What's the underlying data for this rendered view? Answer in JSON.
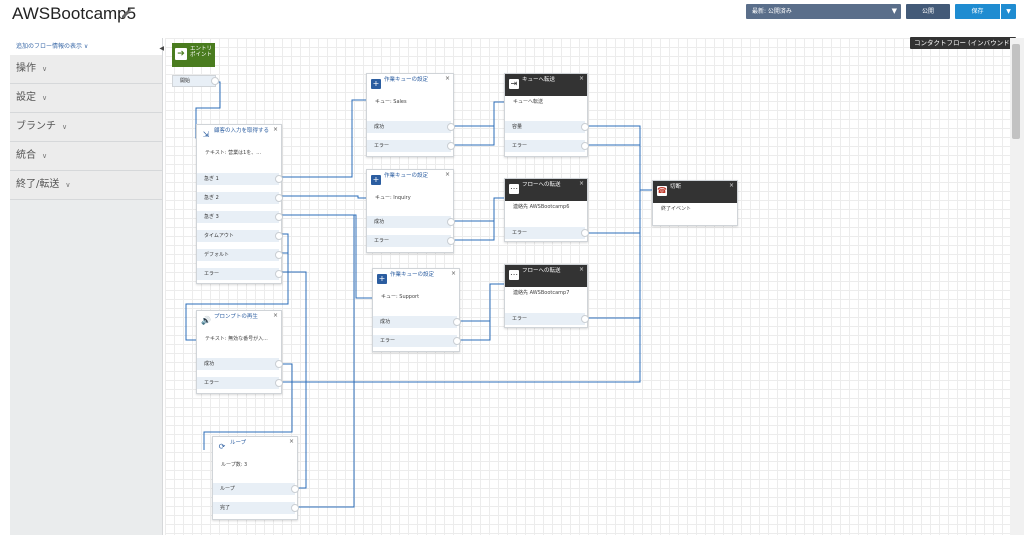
{
  "header": {
    "flow_title": "AWSBootcamp5",
    "version_select": "最新: 公開済み",
    "publish_label": "公開",
    "save_label": "保存"
  },
  "sidebar": {
    "toggle_label": "追加のフロー情報の表示 ∨",
    "items": [
      {
        "label": "操作"
      },
      {
        "label": "設定"
      },
      {
        "label": "ブランチ"
      },
      {
        "label": "統合"
      },
      {
        "label": "終了/転送"
      }
    ]
  },
  "canvas": {
    "flow_type_label": "コンタクトフロー (インバウンド)"
  },
  "entry": {
    "title": "エントリポイント",
    "start_label": "開始"
  },
  "blocks": {
    "get_input": {
      "title": "顧客の入力を取得する",
      "desc": "テキスト: 营業は1を、...",
      "branches": [
        "急ぎ 1",
        "急ぎ 2",
        "急ぎ 3",
        "タイムアウト",
        "デフォルト",
        "エラー"
      ]
    },
    "set_queue_sales": {
      "title": "作業キューの設定",
      "desc": "キュー: Sales",
      "branches": [
        "成功",
        "エラー"
      ]
    },
    "set_queue_inquiry": {
      "title": "作業キューの設定",
      "desc": "キュー: Inquiry",
      "branches": [
        "成功",
        "エラー"
      ]
    },
    "set_queue_support": {
      "title": "作業キューの設定",
      "desc": "キュー: Support",
      "branches": [
        "成功",
        "エラー"
      ]
    },
    "transfer_queue": {
      "title": "キューへ転送",
      "desc": "キューへ転送",
      "branches": [
        "容量",
        "エラー"
      ]
    },
    "transfer_flow_6": {
      "title": "フローへの転送",
      "desc": "連絡先 AWSBootcamp6",
      "branches": [
        "エラー"
      ]
    },
    "transfer_flow_7": {
      "title": "フローへの転送",
      "desc": "連絡先 AWSBootcamp7",
      "branches": [
        "エラー"
      ]
    },
    "disconnect": {
      "title": "切断",
      "desc": "終了イベント"
    },
    "play_prompt": {
      "title": "プロンプトの再生",
      "desc": "テキスト: 無効な番号が入...",
      "branches": [
        "成功",
        "エラー"
      ]
    },
    "loop": {
      "title": "ループ",
      "desc": "ループ数: 3",
      "branches": [
        "ループ",
        "完了"
      ]
    }
  },
  "colors": {
    "wire": "#2b6cb8",
    "entry_green": "#4a7c1f",
    "save_blue": "#1f8cd1"
  }
}
